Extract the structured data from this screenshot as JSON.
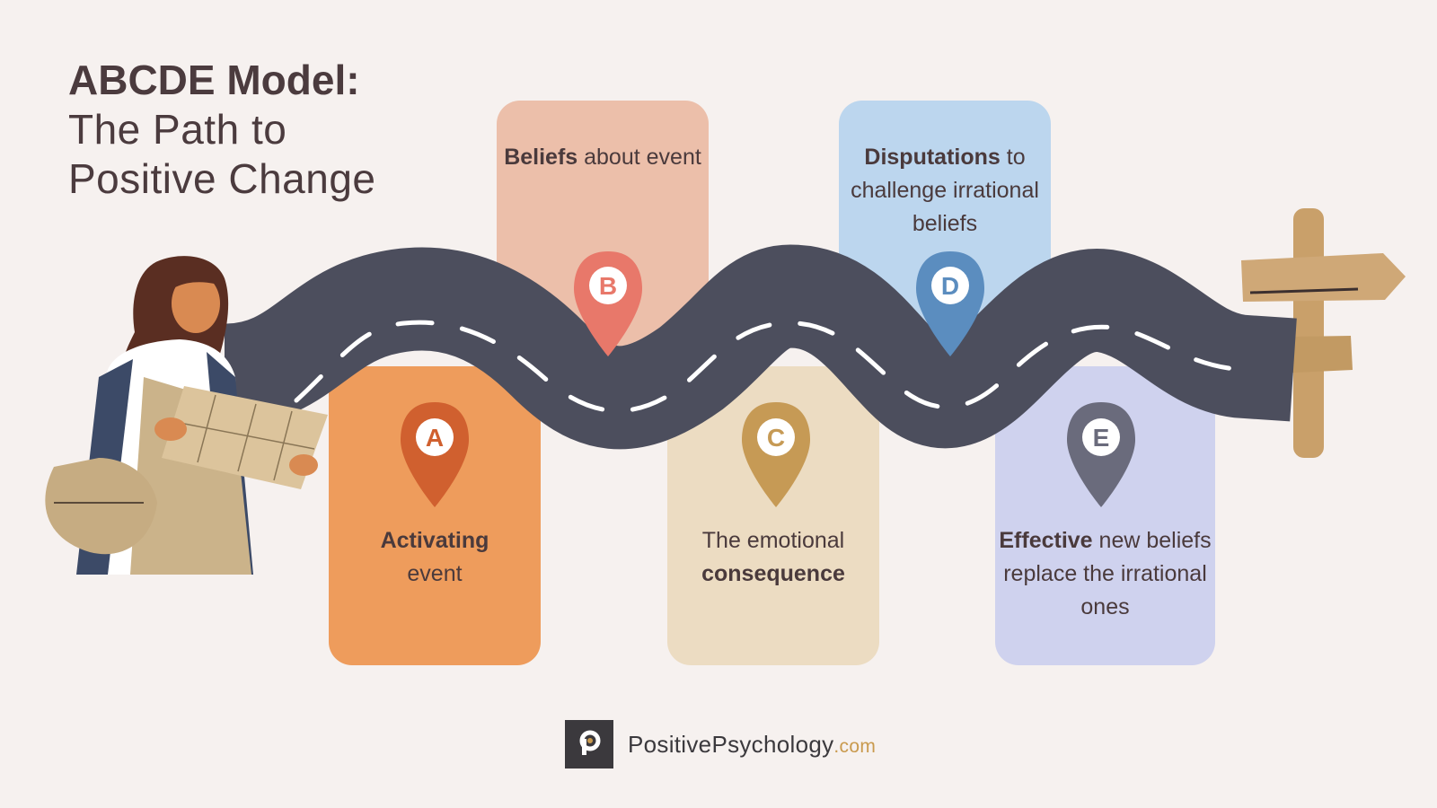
{
  "title": {
    "line1": "ABCDE Model:",
    "line2": "The Path to",
    "line3": "Positive Change"
  },
  "steps": [
    {
      "letter": "A",
      "bold": "Activating",
      "rest": "event",
      "bold_first": true,
      "card_color": "#ee9c5c",
      "pin_color": "#d0602f"
    },
    {
      "letter": "B",
      "bold": "Beliefs",
      "rest": "about event",
      "bold_first": true,
      "card_color": "#ecbfaa",
      "pin_color": "#e8786a"
    },
    {
      "letter": "C",
      "pre": "The emotional",
      "bold": "consequence",
      "bold_first": false,
      "card_color": "#ecdcc2",
      "pin_color": "#c69a55"
    },
    {
      "letter": "D",
      "bold": "Disputations",
      "rest": "to challenge irrational beliefs",
      "bold_first": true,
      "card_color": "#bcd6ee",
      "pin_color": "#5b8dbf"
    },
    {
      "letter": "E",
      "bold": "Effective",
      "rest": "new beliefs replace the irrational ones",
      "bold_first": true,
      "card_color": "#cfd2ee",
      "pin_color": "#6a6b7c"
    }
  ],
  "icons": {
    "traveler": "woman-with-map-icon",
    "signpost": "signpost-icon",
    "road": "winding-road",
    "logo": "positivepsychology-logo-icon"
  },
  "footer": {
    "brand": "PositivePsychology",
    "suffix": ".com",
    "logo_letter": "P"
  },
  "colors": {
    "background": "#f6f1ef",
    "road": "#4c4e5d",
    "road_dash": "#ffffff",
    "text": "#4a3a3c",
    "accent": "#c99a4e"
  }
}
